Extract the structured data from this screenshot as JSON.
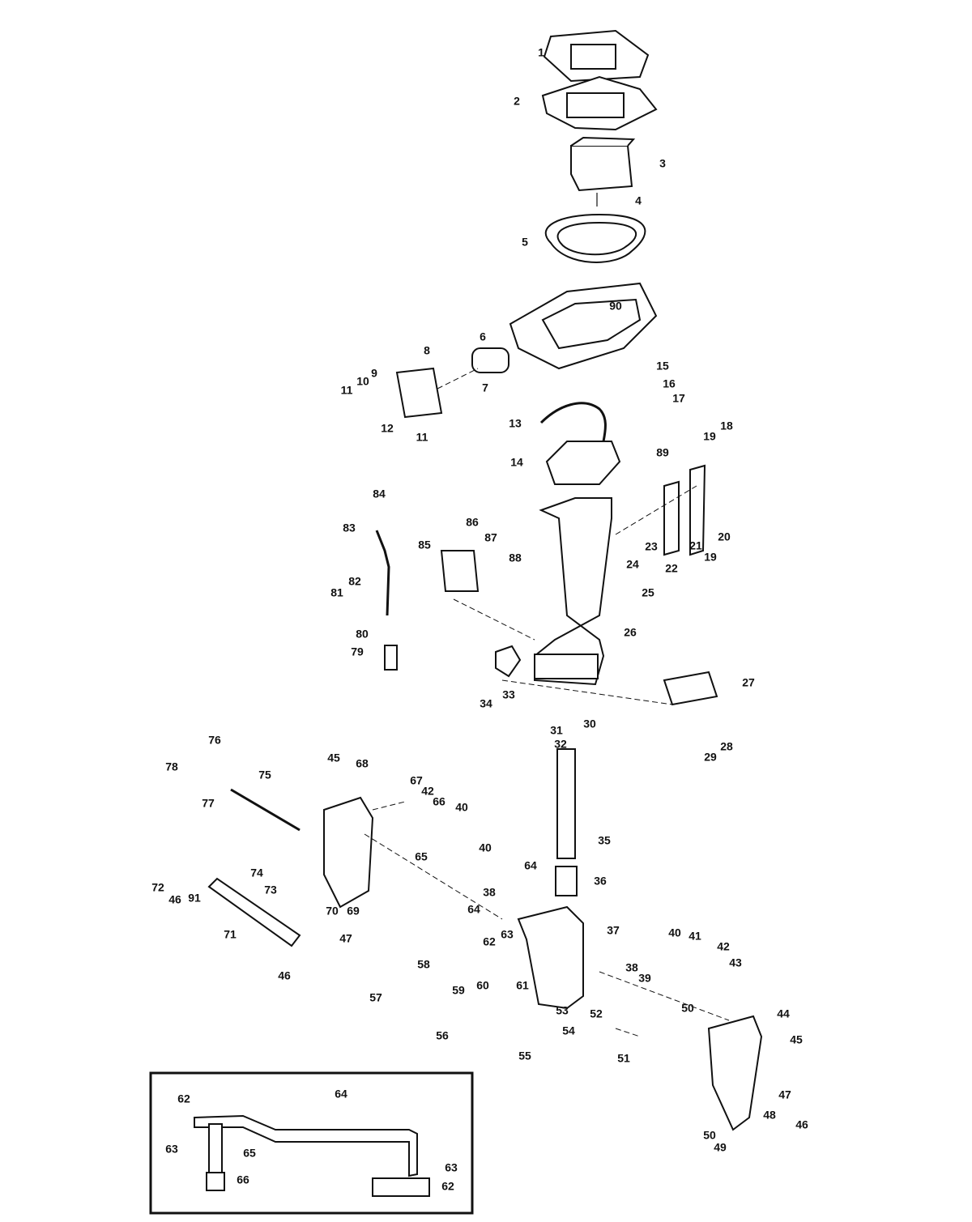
{
  "diagram": {
    "callouts": [
      "1",
      "2",
      "3",
      "4",
      "5",
      "90",
      "6",
      "7",
      "8",
      "9",
      "10",
      "11",
      "12",
      "11",
      "15",
      "16",
      "17",
      "13",
      "14",
      "89",
      "18",
      "19",
      "84",
      "83",
      "86",
      "85",
      "87",
      "82",
      "81",
      "88",
      "23",
      "24",
      "21",
      "22",
      "20",
      "19",
      "25",
      "26",
      "80",
      "79",
      "33",
      "34",
      "27",
      "30",
      "31",
      "32",
      "28",
      "29",
      "76",
      "78",
      "77",
      "75",
      "45",
      "68",
      "67",
      "42",
      "66",
      "40",
      "65",
      "40",
      "35",
      "74",
      "73",
      "72",
      "46",
      "91",
      "70",
      "69",
      "64",
      "36",
      "38",
      "64",
      "71",
      "47",
      "37",
      "62",
      "63",
      "40",
      "41",
      "42",
      "43",
      "46",
      "59",
      "60",
      "61",
      "38",
      "39",
      "50",
      "58",
      "53",
      "52",
      "57",
      "56",
      "54",
      "55",
      "51",
      "44",
      "45",
      "47",
      "48",
      "46",
      "50",
      "49"
    ],
    "inset_callouts": [
      "62",
      "64",
      "63",
      "65",
      "66",
      "63",
      "62"
    ]
  }
}
